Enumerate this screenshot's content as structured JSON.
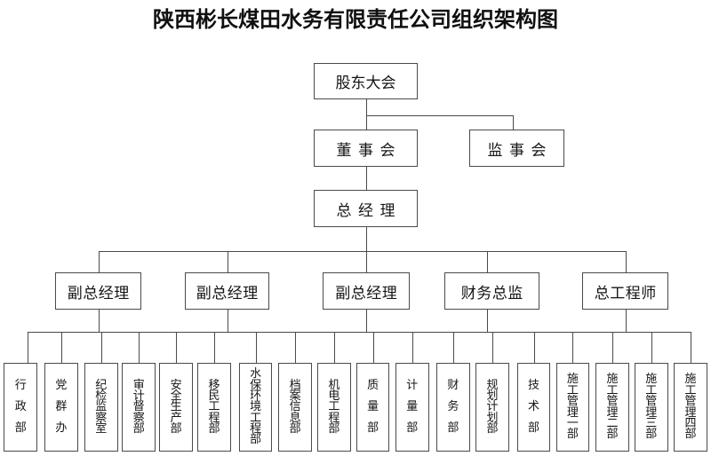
{
  "title": "陕西彬长煤田水务有限责任公司组织架构图",
  "org": {
    "shareholders": {
      "label": "股东大会"
    },
    "board": {
      "label": "董事会"
    },
    "supervisors": {
      "label": "监事会"
    },
    "general_manager": {
      "label": "总经理"
    },
    "managers": [
      {
        "label": "副总经理"
      },
      {
        "label": "副总经理"
      },
      {
        "label": "副总经理"
      },
      {
        "label": "财务总监"
      },
      {
        "label": "总工程师"
      }
    ],
    "departments": [
      {
        "label": "行政部"
      },
      {
        "label": "党群办"
      },
      {
        "label": "纪检监察室"
      },
      {
        "label": "审计督察部"
      },
      {
        "label": "安全生产部"
      },
      {
        "label": "移民工程部"
      },
      {
        "label": "水保环境工程部"
      },
      {
        "label": "档案信息部"
      },
      {
        "label": "机电工程部"
      },
      {
        "label": "质量部"
      },
      {
        "label": "计量部"
      },
      {
        "label": "财务部"
      },
      {
        "label": "规划计划部"
      },
      {
        "label": "技术部"
      },
      {
        "label": "施工管理一部"
      },
      {
        "label": "施工管理二部"
      },
      {
        "label": "施工管理三部"
      },
      {
        "label": "施工管理四部"
      }
    ]
  }
}
